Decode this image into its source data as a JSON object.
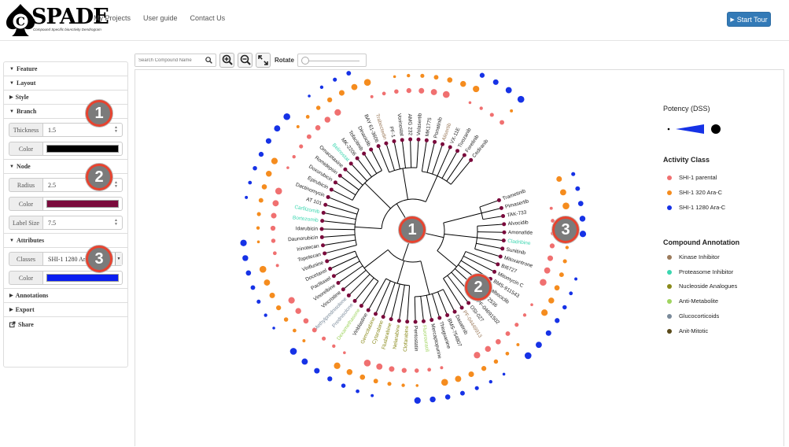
{
  "header": {
    "logo_word": "SPADE",
    "logo_letter": "C",
    "logo_tag": "Compound Specific bioActivity Dendrogram",
    "nav": [
      "My Projects",
      "User guide",
      "Contact Us"
    ],
    "start_tour": "Start Tour"
  },
  "sidebar": {
    "sections": {
      "feature": "Feature",
      "layout": "Layout",
      "style": "Style",
      "branch": "Branch",
      "node": "Node",
      "attributes": "Attributes",
      "annotations": "Annotations",
      "export": "Export",
      "share": "Share"
    },
    "branch": {
      "thickness_label": "Thickness",
      "thickness_value": "1.5",
      "color_label": "Color",
      "color": "#000000"
    },
    "node": {
      "radius_label": "Radius",
      "radius_value": "2.5",
      "color_label": "Color",
      "color": "#7a0a3c",
      "label_size_label": "Label Size",
      "label_size_value": "7.5"
    },
    "attributes": {
      "classes_label": "Classes",
      "classes_value": "SHI-1 1280 Ara-C",
      "color_label": "Color",
      "color": "#0a1ef0"
    }
  },
  "badges": [
    "1",
    "2",
    "3"
  ],
  "toolbar": {
    "search_placeholder": "Search Compound Name",
    "rotate_label": "Rotate"
  },
  "legend": {
    "potency_title": "Potency (DSS)",
    "activity_title": "Activity Class",
    "activity": [
      {
        "label": "SHI-1 parental",
        "color": "#f07070"
      },
      {
        "label": "SHI-1 320 Ara-C",
        "color": "#f58c1e"
      },
      {
        "label": "SHI-1 1280 Ara-C",
        "color": "#1632e6"
      }
    ],
    "annotation_title": "Compound Annotation",
    "annotation": [
      {
        "label": "Kinase Inhibitor",
        "color": "#9c7b5c"
      },
      {
        "label": "Proteasome Inhibitor",
        "color": "#3bd6b0"
      },
      {
        "label": "Nucleoside Analogues",
        "color": "#8a8a1a"
      },
      {
        "label": "Anti-Metabolite",
        "color": "#a0d460"
      },
      {
        "label": "Glucocorticoids",
        "color": "#7a8a9a"
      },
      {
        "label": "Anit-Mitotic",
        "color": "#5a4a1a"
      }
    ]
  },
  "compounds": [
    {
      "name": "Trametinib",
      "color": "#222222"
    },
    {
      "name": "Pimasertib",
      "color": "#222222"
    },
    {
      "name": "TAK-733",
      "color": "#222222"
    },
    {
      "name": "Alvocidib",
      "color": "#222222"
    },
    {
      "name": "Amonafide",
      "color": "#222222"
    },
    {
      "name": "Cladribine",
      "color": "#3bd6b0"
    },
    {
      "name": "Sunitinib",
      "color": "#222222"
    },
    {
      "name": "Mitoxantrone",
      "color": "#222222"
    },
    {
      "name": "BI6727",
      "color": "#222222"
    },
    {
      "name": "Mitomycin C",
      "color": "#222222"
    },
    {
      "name": "BMS-911543",
      "color": "#222222"
    },
    {
      "name": "Palbociclib",
      "color": "#222222"
    },
    {
      "name": "BI 2536",
      "color": "#222222"
    },
    {
      "name": "PF-04691502",
      "color": "#222222"
    },
    {
      "name": "OSI-027",
      "color": "#222222"
    },
    {
      "name": "PF-04449913",
      "color": "#9c7b5c"
    },
    {
      "name": "Dasatinib",
      "color": "#222222"
    },
    {
      "name": "BMS-754807",
      "color": "#222222"
    },
    {
      "name": "Thioguanine",
      "color": "#222222"
    },
    {
      "name": "Mercaptopurine",
      "color": "#222222"
    },
    {
      "name": "Fluorouracil",
      "color": "#a0d460"
    },
    {
      "name": "Pentostatin",
      "color": "#222222"
    },
    {
      "name": "Clofarabine",
      "color": "#8a8a1a"
    },
    {
      "name": "Nelarabine",
      "color": "#8a8a1a"
    },
    {
      "name": "Fludarabine",
      "color": "#8a8a1a"
    },
    {
      "name": "Cytarabine",
      "color": "#8a8a1a"
    },
    {
      "name": "Gemcitabine",
      "color": "#8a8a1a"
    },
    {
      "name": "Vinblastine",
      "color": "#222222"
    },
    {
      "name": "Dexamethasone",
      "color": "#a0d460"
    },
    {
      "name": "Prednisolone",
      "color": "#7a8a9a"
    },
    {
      "name": "Methylprednisolone",
      "color": "#7a8a9a"
    },
    {
      "name": "Vincristine",
      "color": "#222222"
    },
    {
      "name": "Vinorelbine",
      "color": "#222222"
    },
    {
      "name": "Paclitaxel",
      "color": "#222222"
    },
    {
      "name": "Docetaxel",
      "color": "#222222"
    },
    {
      "name": "Vinflunine",
      "color": "#222222"
    },
    {
      "name": "Topotecan",
      "color": "#222222"
    },
    {
      "name": "Irinotecan",
      "color": "#222222"
    },
    {
      "name": "Daunorubicin",
      "color": "#222222"
    },
    {
      "name": "Idarubicin",
      "color": "#222222"
    },
    {
      "name": "Bortezomib",
      "color": "#3bd6b0"
    },
    {
      "name": "Carfilzomib",
      "color": "#3bd6b0"
    },
    {
      "name": "AT 101",
      "color": "#222222"
    },
    {
      "name": "Dactinomycin",
      "color": "#222222"
    },
    {
      "name": "Epirubicin",
      "color": "#222222"
    },
    {
      "name": "Doxorubicin",
      "color": "#222222"
    },
    {
      "name": "Romidepsin",
      "color": "#222222"
    },
    {
      "name": "Omacetaxine",
      "color": "#222222"
    },
    {
      "name": "Belinostat",
      "color": "#3bd6b0"
    },
    {
      "name": "MK-2206",
      "color": "#222222"
    },
    {
      "name": "Tofacitinib",
      "color": "#222222"
    },
    {
      "name": "Dinaciclib",
      "color": "#222222"
    },
    {
      "name": "BAY 61-3606",
      "color": "#222222"
    },
    {
      "name": "Trabectedin",
      "color": "#9c7b5c"
    },
    {
      "name": "PF-1",
      "color": "#222222"
    },
    {
      "name": "Vorinostat",
      "color": "#222222"
    },
    {
      "name": "AMG 232",
      "color": "#222222"
    },
    {
      "name": "Volasertib",
      "color": "#222222"
    },
    {
      "name": "MK1775",
      "color": "#222222"
    },
    {
      "name": "Ponatinib",
      "color": "#222222"
    },
    {
      "name": "Alisertib",
      "color": "#9c7b5c"
    },
    {
      "name": "VX-11E",
      "color": "#222222"
    },
    {
      "name": "Tivozanib",
      "color": "#222222"
    },
    {
      "name": "Foretinib",
      "color": "#222222"
    },
    {
      "name": "Cediranib",
      "color": "#222222"
    }
  ]
}
